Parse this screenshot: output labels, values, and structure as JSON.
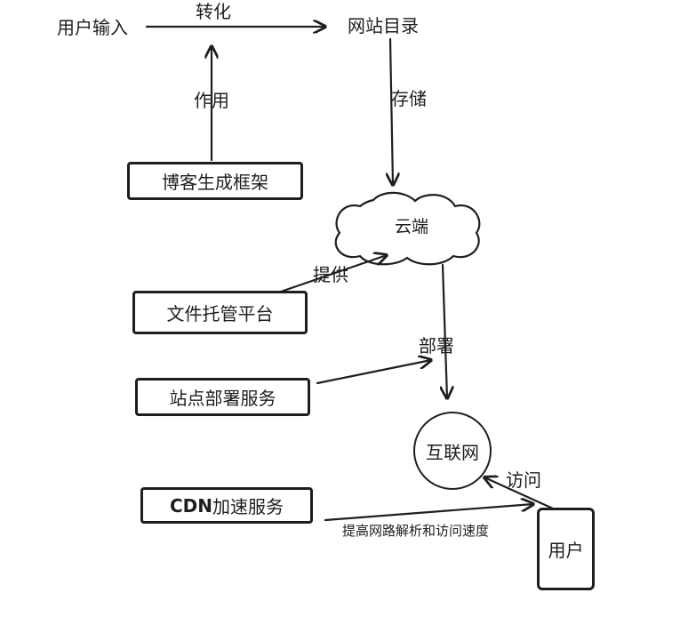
{
  "nodes": {
    "user_input": "用户输入",
    "site_directory": "网站目录",
    "blog_framework": "博客生成框架",
    "cloud": "云端",
    "file_hosting": "文件托管平台",
    "site_deploy": "站点部署服务",
    "cdn_prefix": "CDN",
    "cdn_suffix": "加速服务",
    "internet": "互联网",
    "user": "用户"
  },
  "edges": {
    "convert": "转化",
    "act_on": "作用",
    "store": "存储",
    "provide": "提供",
    "deploy": "部署",
    "visit": "访问",
    "cdn_note": "提高网路解析和访问速度"
  },
  "colors": {
    "stroke": "#1e1e1e",
    "background": "#ffffff"
  }
}
